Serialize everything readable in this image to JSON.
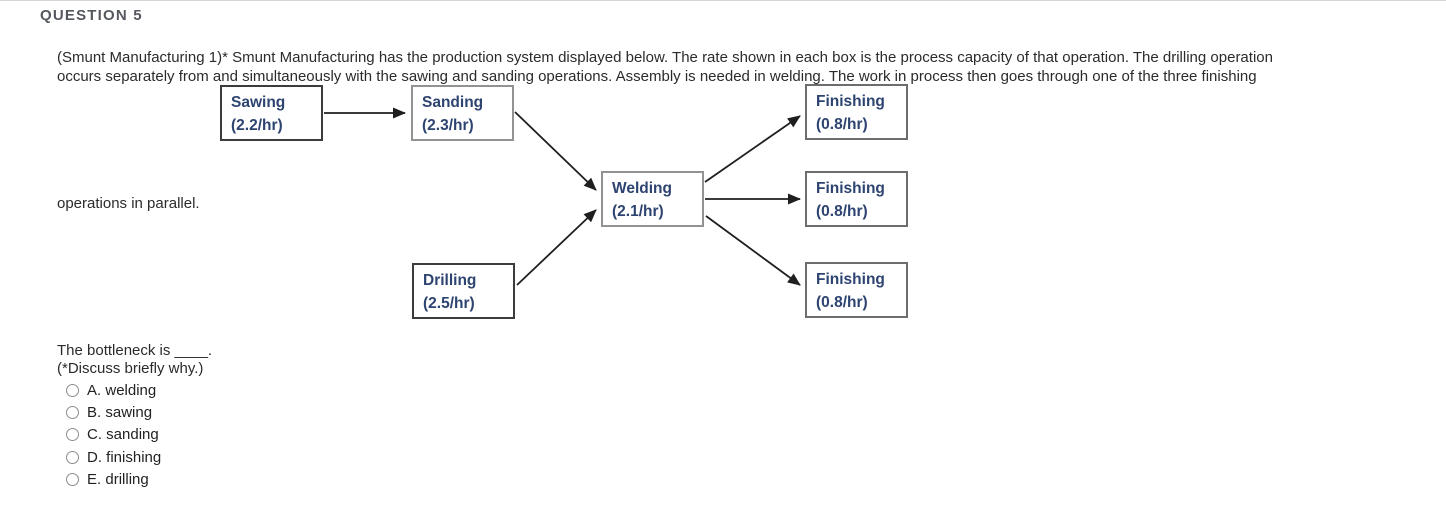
{
  "page": {
    "question_header": "QUESTION 5"
  },
  "question": {
    "text_line1": "(Smunt Manufacturing 1)* Smunt Manufacturing has the production system displayed below. The rate shown in each box is the process capacity of that operation. The drilling operation",
    "text_line2": "occurs separately from and simultaneously with the sawing and sanding operations. Assembly is needed in welding. The work in process then goes through one of the three finishing",
    "text_line3": "operations in parallel.",
    "prompt": "The bottleneck is ____.",
    "note": "(*Discuss briefly why.)"
  },
  "diagram": {
    "boxes": [
      {
        "id": "sawing",
        "label": "Sawing",
        "rate": "(2.2/hr)"
      },
      {
        "id": "sanding",
        "label": "Sanding",
        "rate": "(2.3/hr)"
      },
      {
        "id": "finishing-top",
        "label": "Finishing",
        "rate": "(0.8/hr)"
      },
      {
        "id": "welding",
        "label": "Welding",
        "rate": "(2.1/hr)"
      },
      {
        "id": "finishing-middle",
        "label": "Finishing",
        "rate": "(0.8/hr)"
      },
      {
        "id": "drilling",
        "label": "Drilling",
        "rate": "(2.5/hr)"
      },
      {
        "id": "finishing-bottom",
        "label": "Finishing",
        "rate": "(0.8/hr)"
      }
    ],
    "edges": [
      {
        "from": "sawing",
        "to": "sanding"
      },
      {
        "from": "sanding",
        "to": "welding"
      },
      {
        "from": "drilling",
        "to": "welding"
      },
      {
        "from": "welding",
        "to": "finishing-top"
      },
      {
        "from": "welding",
        "to": "finishing-middle"
      },
      {
        "from": "welding",
        "to": "finishing-bottom"
      }
    ]
  },
  "options": [
    {
      "letter": "A.",
      "label": "welding",
      "selected": false
    },
    {
      "letter": "B.",
      "label": "sawing",
      "selected": false
    },
    {
      "letter": "C.",
      "label": "sanding",
      "selected": false
    },
    {
      "letter": "D.",
      "label": "finishing",
      "selected": false
    },
    {
      "letter": "E.",
      "label": "drilling",
      "selected": false
    }
  ],
  "colors": {
    "header_text": "#54585e",
    "body_text": "#2b2b2b",
    "box_text": "#2e4470",
    "box_border": "#555555",
    "arrow": "#1f1f1f",
    "radio_border": "#8d8d8d",
    "background": "#ffffff"
  }
}
